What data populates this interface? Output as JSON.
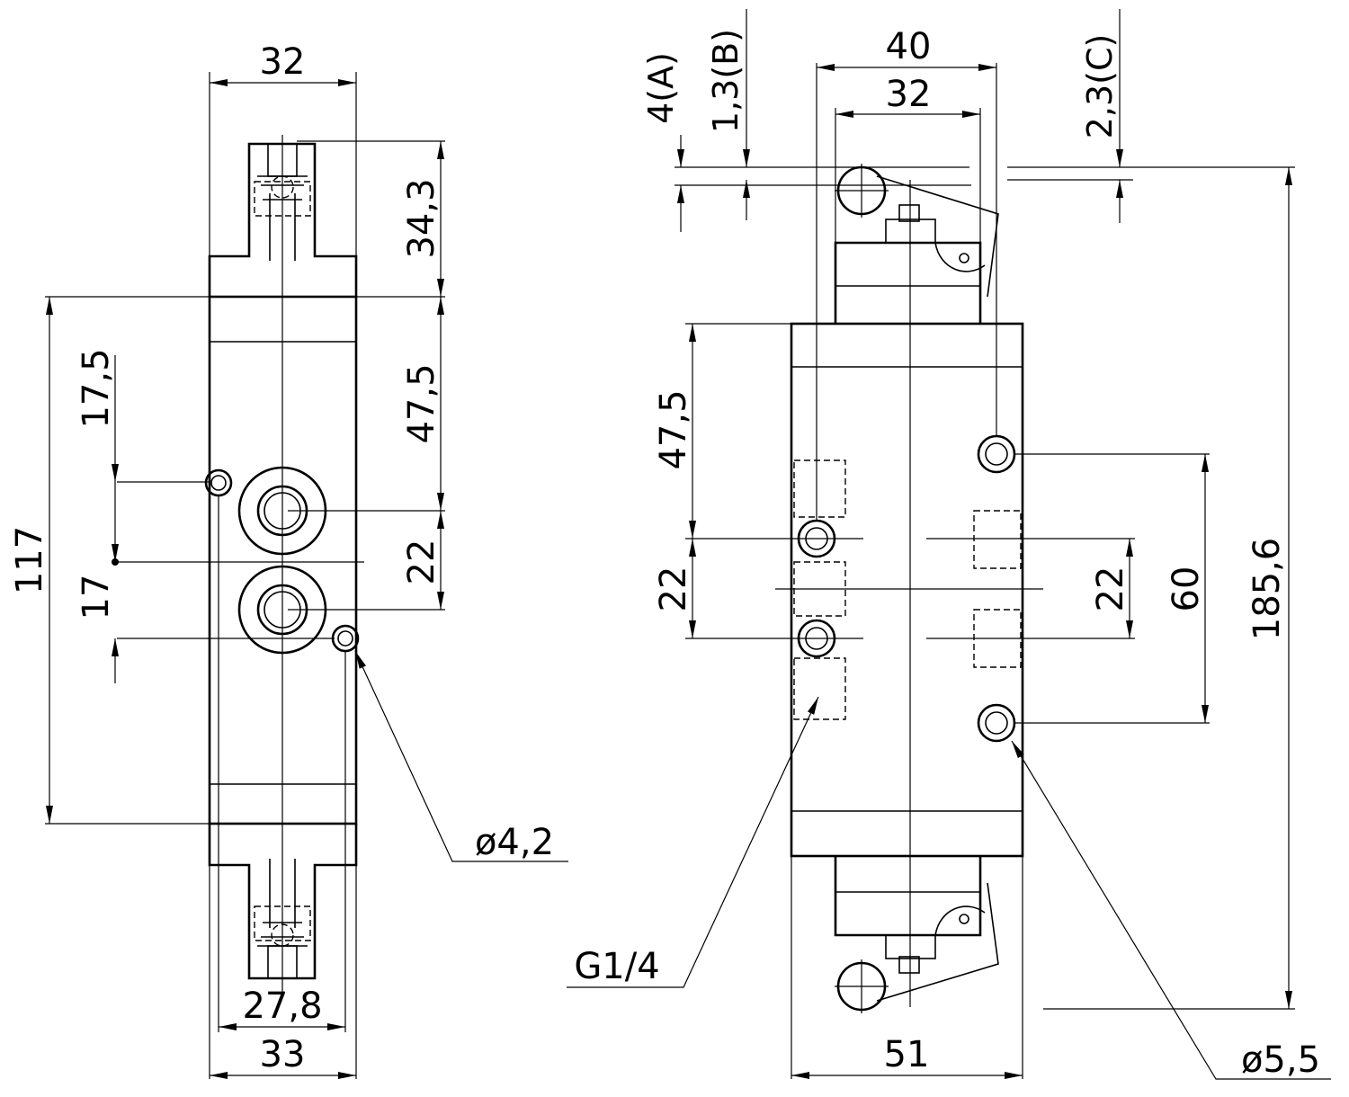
{
  "drawing": {
    "left_view": {
      "width_top": "32",
      "actuator_height": "34,3",
      "top_to_port": "47,5",
      "port_pitch": "22",
      "total_height": "117",
      "upper_offset": "17,5",
      "lower_offset": "17",
      "bottom_inner": "27,8",
      "bottom_width": "33",
      "hole_dia": "ø4,2"
    },
    "right_view": {
      "outer_width_top": "40",
      "inner_width_top": "32",
      "offset_a": "4(A)",
      "offset_b": "1,3(B)",
      "offset_c": "2,3(C)",
      "top_to_port": "47,5",
      "port_pitch_left": "22",
      "port_pitch_right": "22",
      "mount_pitch": "60",
      "total_height": "185,6",
      "base_width": "51",
      "thread": "G1/4",
      "mount_hole": "ø5,5"
    }
  }
}
